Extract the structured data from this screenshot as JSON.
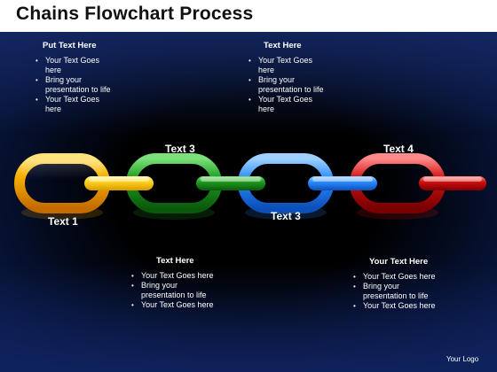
{
  "title": "Chains Flowchart Process",
  "text_blocks": [
    {
      "heading": "Put Text Here",
      "bullets": [
        "Your Text Goes here",
        "Bring your presentation to life",
        "Your Text Goes here"
      ]
    },
    {
      "heading": "Text Here",
      "bullets": [
        "Your Text Goes here",
        "Bring your presentation to life",
        "Your Text Goes here"
      ]
    },
    {
      "heading": "Text Here",
      "bullets": [
        "Your Text Goes here",
        "Bring your presentation to life",
        "Your Text Goes here"
      ]
    },
    {
      "heading": "Your Text Here",
      "bullets": [
        "Your Text Goes here",
        "Bring your presentation to life",
        "Your Text Goes here"
      ]
    }
  ],
  "chain_labels": [
    "Text 1",
    "Text 3",
    "Text 3",
    "Text 4"
  ],
  "chain_colors": {
    "orange": "#f5a300",
    "yellow": "#ffd21a",
    "green": "#1f9a1f",
    "blue": "#2b8cff",
    "red": "#d10f0f"
  },
  "logo": "Your Logo"
}
